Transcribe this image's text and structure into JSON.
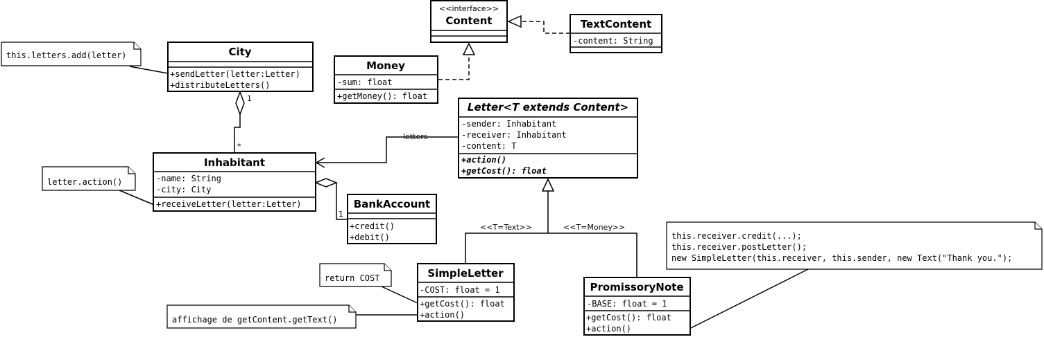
{
  "classes": {
    "content": {
      "stereotype": "<<interface>>",
      "name": "Content"
    },
    "text_content": {
      "name": "TextContent",
      "attributes": [
        "-content: String"
      ]
    },
    "money": {
      "name": "Money",
      "attributes": [
        "-sum: float"
      ],
      "methods": [
        "+getMoney(): float"
      ]
    },
    "city": {
      "name": "City",
      "methods": [
        "+sendLetter(letter:Letter)",
        "+distributeLetters()"
      ]
    },
    "letter": {
      "name": "Letter<T extends Content>",
      "attributes": [
        "-sender: Inhabitant",
        "-receiver: Inhabitant",
        "-content: T"
      ],
      "methods": [
        "+action()",
        "+getCost(): float"
      ]
    },
    "inhabitant": {
      "name": "Inhabitant",
      "attributes": [
        "-name: String",
        "-city: City"
      ],
      "methods": [
        "+receiveLetter(letter:Letter)"
      ]
    },
    "bank_account": {
      "name": "BankAccount",
      "methods": [
        "+credit()",
        "+debit()"
      ]
    },
    "simple_letter": {
      "name": "SimpleLetter",
      "attributes": [
        "-COST: float = 1"
      ],
      "methods": [
        "+getCost(): float",
        "+action()"
      ]
    },
    "promissory_note": {
      "name": "PromissoryNote",
      "attributes": [
        "-BASE: float = 1"
      ],
      "methods": [
        "+getCost(): float",
        "+action()"
      ]
    }
  },
  "notes": {
    "city_note": "this.letters.add(letter)",
    "inhabitant_note": "letter.action()",
    "cost_note": "return COST",
    "display_note": "affichage de getContent.getText()",
    "promissory_note_lines": [
      "this.receiver.credit(...);",
      "this.receiver.postLetter();",
      "new SimpleLetter(this.receiver, this.sender, new Text(\"Thank you.\");"
    ]
  },
  "relations": {
    "city_inhabitant_city_mult": "1",
    "city_inhabitant_inhabitant_mult": "*",
    "inhabitant_bank_mult": "1",
    "letters_label": "letters",
    "text_binding": "<<T=Text>>",
    "money_binding": "<<T=Money>>"
  }
}
